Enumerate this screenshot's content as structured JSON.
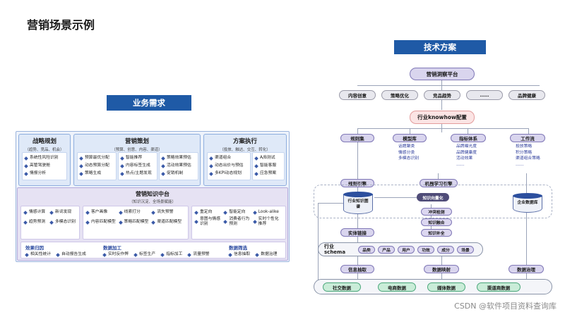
{
  "title": "营销场景示例",
  "business": {
    "banner": "业务需求",
    "columns": [
      {
        "title": "战略规划",
        "subtitle": "（趋势、竞品、机会）",
        "items": [
          "系统性风险识别",
          "高管驾驶舱",
          "情报分析"
        ]
      },
      {
        "title": "营销策划",
        "subtitle": "（预算、创意、内容、渠道）",
        "groups": [
          [
            "预算最优分配",
            "动态预算分配",
            "策略生成"
          ],
          [
            "智能推荐",
            "内容标签生成",
            "热点/主题发现"
          ],
          [
            "策略效果预估",
            "活动效果预估",
            "促销机制"
          ]
        ]
      },
      {
        "title": "方案执行",
        "subtitle": "（投放、触达、交互、转化）",
        "groups": [
          [
            "渠道组合",
            "动态出价与预估",
            "多KPI动态规划"
          ],
          [
            "A/B测试",
            "智能客服",
            "应急预案"
          ]
        ]
      }
    ],
    "center": {
      "title": "营销知识中台",
      "subtitle": "（知识沉淀、全场景赋能）",
      "cells": [
        [
          "情感计算",
          "新词发现",
          "趋势预测",
          "多模态识别"
        ],
        [
          "客户画像",
          "线索打分",
          "流失预警",
          "内容匹配模型",
          "策略匹配模型",
          "渠道匹配模型"
        ],
        [
          "重定向",
          "智能定向",
          "Look-alike",
          "意图与情感识别",
          "消费者行为预测",
          "实时个性化推荐"
        ]
      ],
      "sections": [
        {
          "title": "效果归因",
          "items": [
            "相关性统计",
            "自动报告生成"
          ]
        },
        {
          "title": "数据加工",
          "items": [
            "实时反作弊",
            "标签生产",
            "指标加工",
            "流量预警"
          ]
        },
        {
          "title": "数据筛选",
          "items": [
            "信息抽取",
            "数据治理"
          ]
        }
      ]
    }
  },
  "tech": {
    "banner": "技术方案",
    "platform": "营销洞察平台",
    "top_row": [
      "内容创意",
      "策略优化",
      "竞品趋势",
      "……",
      "品牌健康"
    ],
    "knowhow": "行业knowhow配置",
    "modules": [
      {
        "title": "规则集",
        "items": []
      },
      {
        "title": "模型库",
        "items": [
          "话题聚类",
          "情感分类",
          "多模态识别"
        ]
      },
      {
        "title": "指标体系",
        "items": [
          "品牌曝光度",
          "品牌健康度",
          "活动效果",
          "……"
        ]
      },
      {
        "title": "工作流",
        "items": [
          "投放策略",
          "积分策略",
          "渠道组合策略",
          "……"
        ]
      }
    ],
    "engines": [
      "规则引擎",
      "机器学习引擎"
    ],
    "graph_db": "行业知识图谱",
    "enterprise_db": "企业数据库",
    "kg_ops": [
      "知识向量化",
      "冲突检测",
      "知识融合",
      "知识补全"
    ],
    "entity_link": "实体链接",
    "schema_label": "行业schema",
    "schema_items": [
      "品类",
      "产品",
      "用户",
      "功效",
      "成分",
      "场景"
    ],
    "bottom_ops": [
      "信息抽取",
      "数据映射",
      "数据治理"
    ],
    "sources": [
      "社交数据",
      "电商数据",
      "媒体数据",
      "渠道商数据"
    ]
  },
  "watermark": "CSDN @软件项目资料查询库"
}
